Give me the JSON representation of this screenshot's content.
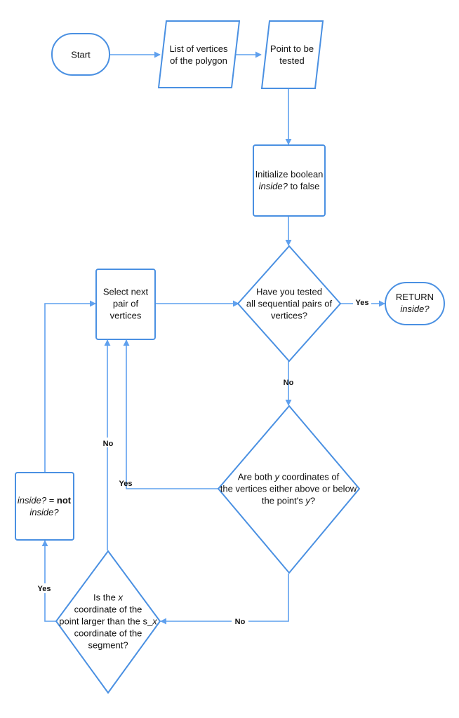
{
  "nodes": {
    "start": {
      "lines": [
        [
          {
            "t": "Start"
          }
        ]
      ]
    },
    "vertices_list": {
      "lines": [
        [
          {
            "t": "List of vertices"
          }
        ],
        [
          {
            "t": "of the polygon"
          }
        ]
      ]
    },
    "point_tested": {
      "lines": [
        [
          {
            "t": "Point to be"
          }
        ],
        [
          {
            "t": "tested"
          }
        ]
      ]
    },
    "init_boolean": {
      "lines": [
        [
          {
            "t": "Initialize boolean"
          }
        ],
        [
          {
            "t": "inside?",
            "i": true
          },
          {
            "t": " to false"
          }
        ]
      ]
    },
    "tested_all": {
      "lines": [
        [
          {
            "t": "Have you tested"
          }
        ],
        [
          {
            "t": "all sequential pairs of"
          }
        ],
        [
          {
            "t": "vertices?"
          }
        ]
      ]
    },
    "return_inside": {
      "lines": [
        [
          {
            "t": "RETURN"
          }
        ],
        [
          {
            "t": "inside?",
            "i": true
          }
        ]
      ]
    },
    "select_next": {
      "lines": [
        [
          {
            "t": "Select next"
          }
        ],
        [
          {
            "t": "pair of"
          }
        ],
        [
          {
            "t": "vertices"
          }
        ]
      ]
    },
    "both_y": {
      "lines": [
        [
          {
            "t": "Are both "
          },
          {
            "t": "y",
            "i": true
          },
          {
            "t": " coordinates of"
          }
        ],
        [
          {
            "t": "the vertices either above or below"
          }
        ],
        [
          {
            "t": "the point's "
          },
          {
            "t": "y",
            "i": true
          },
          {
            "t": "?"
          }
        ]
      ]
    },
    "x_larger": {
      "lines": [
        [
          {
            "t": "Is the "
          },
          {
            "t": "x",
            "i": true
          }
        ],
        [
          {
            "t": "coordinate of the"
          }
        ],
        [
          {
            "t": "point larger than the s_"
          },
          {
            "t": "x",
            "i": true
          }
        ],
        [
          {
            "t": "coordinate of the"
          }
        ],
        [
          {
            "t": "segment?"
          }
        ]
      ]
    },
    "toggle_inside": {
      "lines": [
        [
          {
            "t": "inside?",
            "i": true
          },
          {
            "t": " = "
          },
          {
            "t": "not",
            "b": true
          }
        ],
        [
          {
            "t": "inside?",
            "i": true
          }
        ]
      ]
    }
  },
  "edge_labels": {
    "yes_return": "Yes",
    "no_both_y": "No",
    "yes_both_y": "Yes",
    "no_x_larger": "No",
    "no_select": "No",
    "yes_toggle": "Yes"
  },
  "colors": {
    "stroke": "#4a90e2",
    "edge": "#5fa0ee",
    "text": "#111111"
  }
}
